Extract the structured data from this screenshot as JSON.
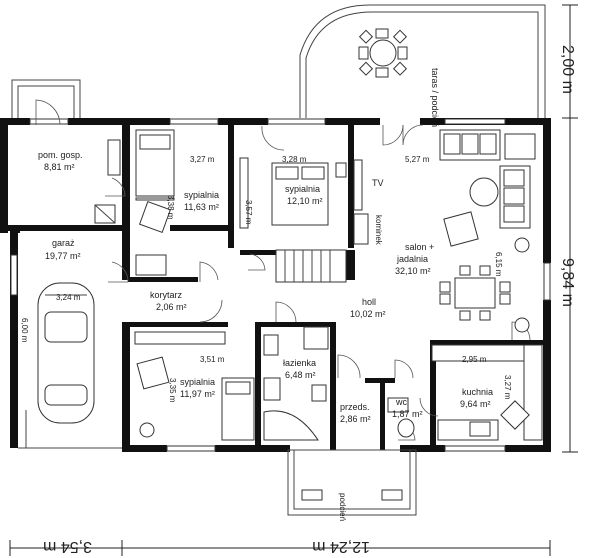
{
  "rooms": {
    "pom_gosp": {
      "name": "pom. gosp.",
      "area": "8,81 m²"
    },
    "garaz": {
      "name": "garaż",
      "area": "19,77 m²"
    },
    "sypialnia_a": {
      "name": "sypialnia",
      "area": "11,63 m²"
    },
    "sypialnia_b": {
      "name": "sypialnia",
      "area": "12,10 m²"
    },
    "sypialnia_c": {
      "name": "sypialnia",
      "area": "11,97 m²"
    },
    "salon": {
      "name": "salon +",
      "name2": "jadalnia",
      "area": "32,10 m²"
    },
    "korytarz": {
      "name": "korytarz",
      "area": "2,06 m²"
    },
    "holl": {
      "name": "holl",
      "area": "10,02 m²"
    },
    "lazienka": {
      "name": "łazienka",
      "area": "6,48 m²"
    },
    "przedsionek": {
      "name": "przeds.",
      "area": "2,86 m²"
    },
    "wc": {
      "name": "wc",
      "area": "1,87 m²"
    },
    "kuchnia": {
      "name": "kuchnia",
      "area": "9,64 m²"
    }
  },
  "labels": {
    "taras": "taras / podcień",
    "podcien": "podcień",
    "tv": "TV",
    "kominek": "kominek"
  },
  "dimensions": {
    "d_327": "3,27 m",
    "d_328": "3,28 m",
    "d_527": "5,27 m",
    "d_324": "3,24 m",
    "d_351": "3,51 m",
    "d_295": "2,95 m",
    "d_600": "6,00 m",
    "d_338": "3,38 m",
    "d_357": "3,57 m",
    "d_615": "6,15 m",
    "d_335": "3,35 m",
    "d_327b": "3,27 m",
    "bottom_left": "3,54 m",
    "bottom_main": "12,24 m",
    "right_main": "9,84 m",
    "right_top": "2,00 m"
  }
}
